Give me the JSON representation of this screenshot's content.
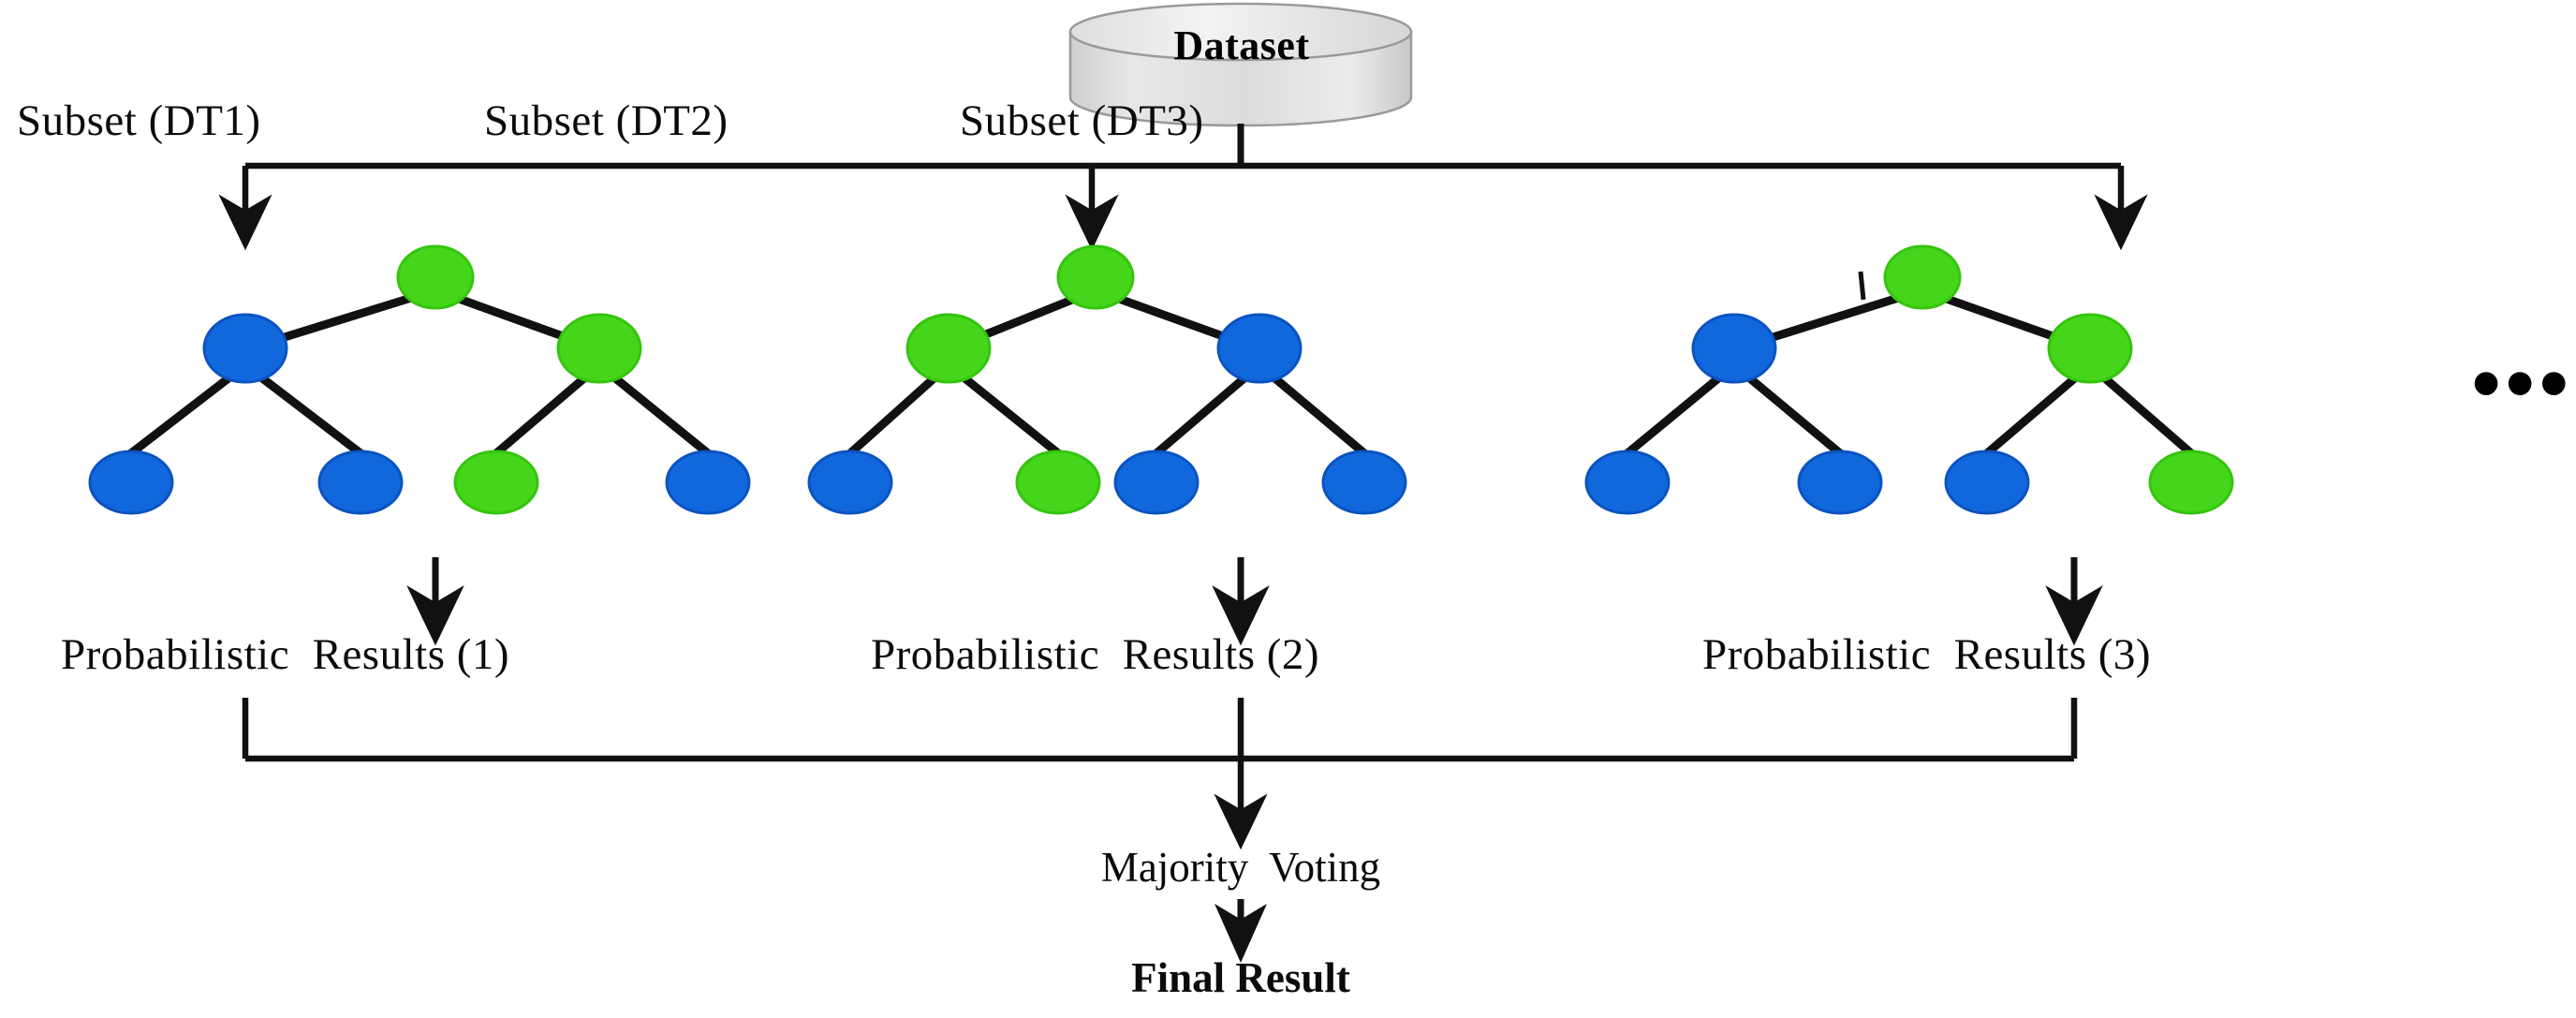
{
  "diagram": {
    "title_node": {
      "label": "Dataset",
      "shape": "cylinder",
      "fill": "#e2e2e2",
      "stroke": "#8a8a8a"
    },
    "subsets": [
      {
        "label": "Subset (DT1)"
      },
      {
        "label": "Subset (DT2)"
      },
      {
        "label": "Subset (DT3)"
      }
    ],
    "results": [
      {
        "label": "Probabilistic  Results (1)"
      },
      {
        "label": "Probabilistic  Results (2)"
      },
      {
        "label": "Probabilistic  Results (3)"
      }
    ],
    "aggregate": {
      "label": "Majority  Voting"
    },
    "final": {
      "label": "Final Result"
    },
    "continuation": {
      "label": "•••",
      "meaning": "more-trees-ellipsis"
    },
    "colors": {
      "leaf_green": "#45d61c",
      "leaf_blue": "#1168dd",
      "node_stroke_green": "#35c40f",
      "node_stroke_blue": "#0b53c0",
      "edge": "#111111",
      "text": "#0b0b0b",
      "background": "#ffffff"
    },
    "trees": [
      {
        "name": "decision-tree-1",
        "root": "green",
        "level2": [
          "blue",
          "green"
        ],
        "level3": [
          "blue",
          "blue",
          "green",
          "blue"
        ]
      },
      {
        "name": "decision-tree-2",
        "root": "green",
        "level2": [
          "green",
          "blue"
        ],
        "level3": [
          "blue",
          "green",
          "blue",
          "blue"
        ]
      },
      {
        "name": "decision-tree-3",
        "root": "green",
        "level2": [
          "blue",
          "green"
        ],
        "level3": [
          "blue",
          "blue",
          "blue",
          "green"
        ]
      }
    ]
  }
}
